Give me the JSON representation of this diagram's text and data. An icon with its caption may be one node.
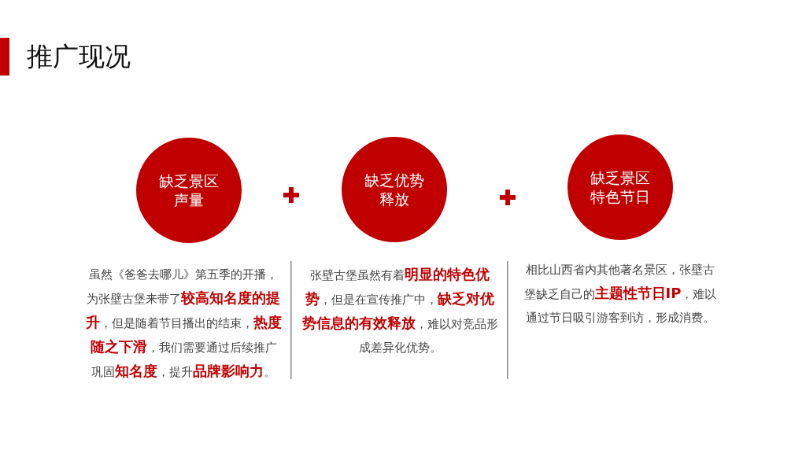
{
  "diagram": {
    "title": "推广现况",
    "nodes": [
      {
        "text": [
          "缺乏景区声量"
        ],
        "beside": [
          "虽然《爸爸去哪儿》第五季的开播，为张壁古堡来带了**较高知名度的提升**，但是随着节目播出的结束，**热度随之下滑**，我们需要通过后续推广巩固**知名度**，提升**品牌影响力**。"
        ]
      },
      {
        "text": [
          "缺乏优势释放"
        ],
        "beside": [
          "张壁古堡虽然有着**明显的特色优势**，但是在宣传推广中，**缺乏对优势信息的有效释放**，难以对竞品形成差异化优势。"
        ]
      },
      {
        "text": [
          "缺乏景区特色节日"
        ],
        "beside": [
          "相比山西省内其他著名景区，张壁古堡缺乏自己的**主题性节日IP**，难以通过节日吸引游客到访，形成消费。"
        ]
      }
    ]
  }
}
